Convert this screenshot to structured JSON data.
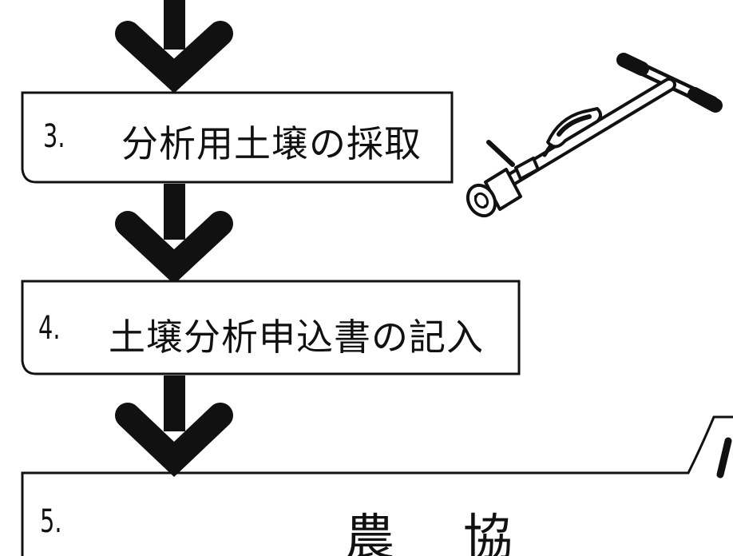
{
  "steps": [
    {
      "number": "3.",
      "label": "分析用土壌の採取"
    },
    {
      "number": "4.",
      "label": "土壌分析申込書の記入"
    },
    {
      "number": "5.",
      "label": "農　協",
      "label_chars": [
        "農",
        "協"
      ]
    }
  ],
  "icons": {
    "sampler": "soil-sampler-tool-icon"
  },
  "colors": {
    "ink": "#111111",
    "paper": "#ffffff"
  }
}
